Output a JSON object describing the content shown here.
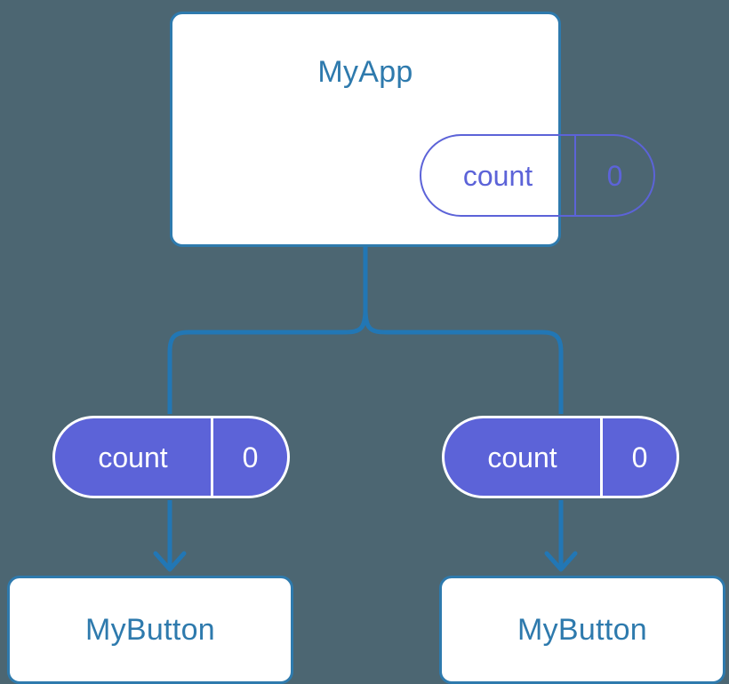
{
  "diagram": {
    "background_color": "#4c6672",
    "accent_blue": "#2e7aad",
    "accent_purple": "#5c63d8",
    "wire_color": "#2277b5",
    "root": {
      "title": "MyApp",
      "state": {
        "key": "count",
        "value": "0"
      }
    },
    "children": [
      {
        "prop": {
          "key": "count",
          "value": "0"
        },
        "title": "MyButton"
      },
      {
        "prop": {
          "key": "count",
          "value": "0"
        },
        "title": "MyButton"
      }
    ]
  }
}
